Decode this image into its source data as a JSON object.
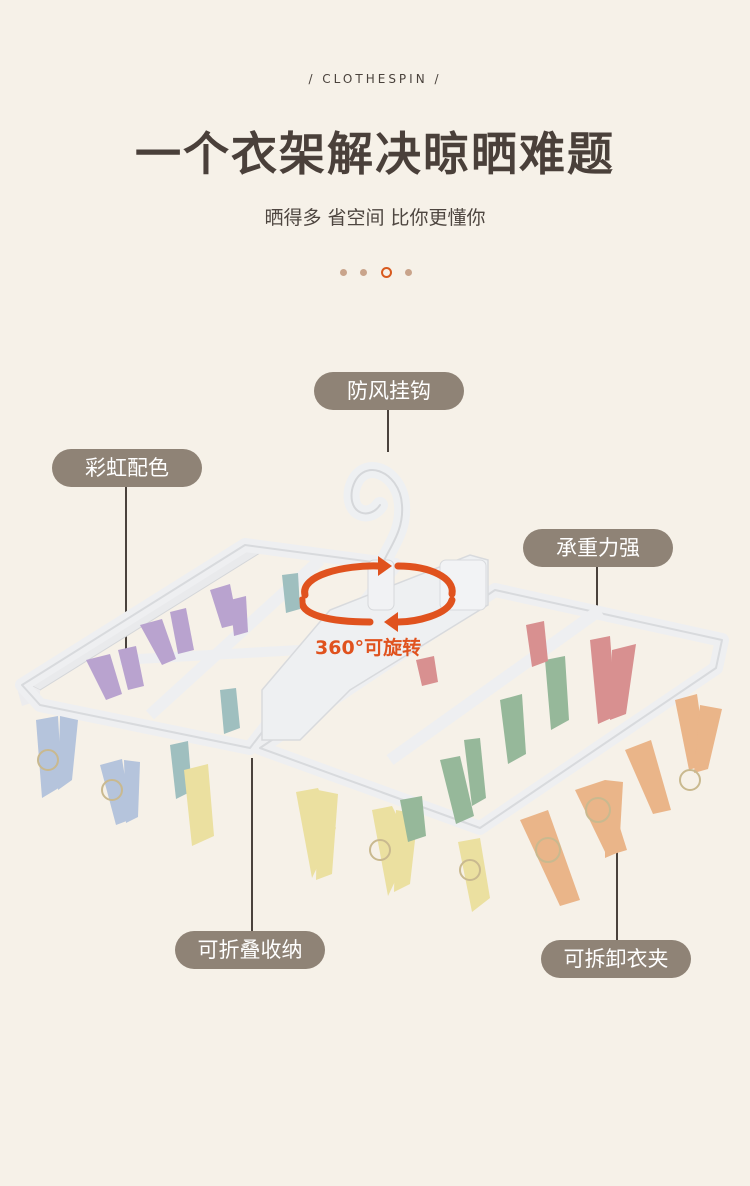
{
  "header": {
    "tagline": "/ CLOTHESPIN /",
    "title": "一个衣架解决晾晒难题",
    "subtitle": "晒得多 省空间 比你更懂你"
  },
  "pager": {
    "count": 4,
    "active_index": 2
  },
  "callouts": {
    "hook": "防风挂钩",
    "colors": "彩虹配色",
    "strength": "承重力强",
    "foldable": "可折叠收纳",
    "detachable": "可拆卸衣夹"
  },
  "rotation_label": "360°可旋转",
  "colors": {
    "background": "#f6f1e8",
    "callout_bg": "#8f8376",
    "accent": "#e0521e",
    "title_text": "#4a403a"
  }
}
